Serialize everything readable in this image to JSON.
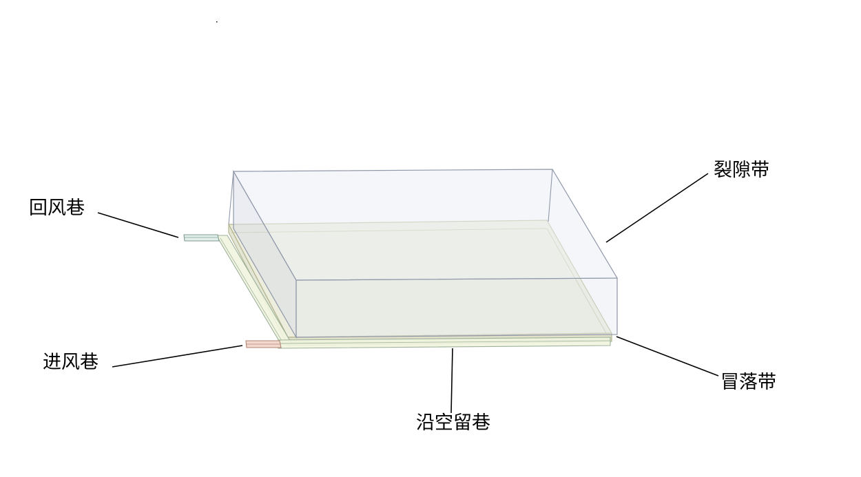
{
  "labels": {
    "fracture_zone": "裂隙带",
    "return_airway": "回风巷",
    "intake_airway": "进风巷",
    "caving_zone": "冒落带",
    "gob_side_entry": "沿空留巷"
  },
  "colors": {
    "fracture_zone_fill": "#e3e6ef",
    "fracture_zone_edge": "#8f97a8",
    "caving_zone_fill": "#e6e7d1",
    "caving_zone_edge": "#b4b58f",
    "gob_side_entry_fill": "#f1f4df",
    "gob_side_entry_edge": "#9cb09a",
    "return_airway_fill": "#e2eeea",
    "return_airway_edge": "#7f9a92",
    "intake_airway_fill": "#f2d8cc",
    "intake_airway_edge": "#b08575",
    "leader_line": "#000000"
  }
}
